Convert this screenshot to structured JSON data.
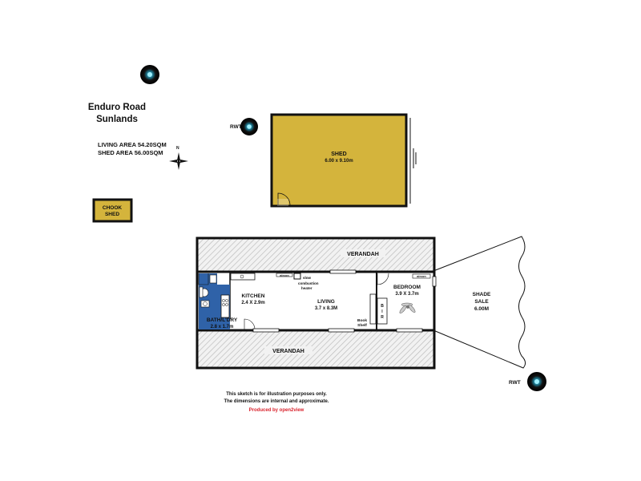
{
  "address": {
    "line1": "Enduro Road",
    "line2": "Sunlands"
  },
  "areas": {
    "living": "LIVING AREA 54.20SQM",
    "shed": "SHED AREA 56.00SQM"
  },
  "compass": {
    "north": "N"
  },
  "rooms": {
    "shed": {
      "name": "SHED",
      "size": "6.00 x 9.10m"
    },
    "chook_shed": {
      "line1": "CHOOK",
      "line2": "SHED"
    },
    "verandah_top": {
      "name": "VERANDAH"
    },
    "verandah_bottom": {
      "name": "VERANDAH"
    },
    "kitchen": {
      "name": "KITCHEN",
      "size": "2.4 X 2.9m"
    },
    "living": {
      "name": "LIVING",
      "size": "3.7 x 8.3M"
    },
    "bedroom": {
      "name": "BEDROOM",
      "size": "3.9 X 3.7m"
    },
    "bath": {
      "name": "BATH/L'DRY",
      "size": "2.8 x 1.7m"
    },
    "shade_sale": {
      "line1": "SHADE",
      "line2": "SALE",
      "line3": "6.00M"
    }
  },
  "fixtures": {
    "aircon_living": "aircon",
    "aircon_bedroom": "aircon",
    "heater": {
      "line1": "slow",
      "line2": "combustion",
      "line3": "heater"
    },
    "bookshelf": {
      "line1": "Book",
      "line2": "Shelf"
    },
    "bir": {
      "b": "B",
      "i": "I",
      "r": "R"
    }
  },
  "rwt_labels": {
    "shed": "RWT",
    "house": "RWT"
  },
  "disclaimer": {
    "line1": "This sketch is for illustration purposes only.",
    "line2": "The dimensions are internal and approximate."
  },
  "credit": "Produced by open2view",
  "colors": {
    "shed_fill": "#d4b43c",
    "bath_fill": "#2f62a8",
    "wall": "#111111",
    "verandah_hatch": "#cfcfcf",
    "credit_red": "#d9232d"
  }
}
